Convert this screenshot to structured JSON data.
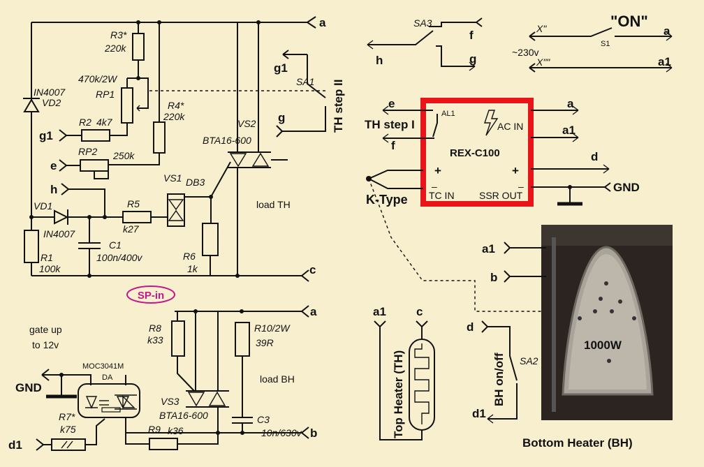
{
  "labels": {
    "r3": "R3*",
    "r3_val": "220k",
    "rp1_val": "470k/2W",
    "rp1": "RP1",
    "r4": "R4*",
    "r4_val": "220k",
    "vd2_a": "IN4007",
    "vd2": "VD2",
    "r2": "R2",
    "r2_val": "4k7",
    "rp2": "RP2",
    "rp2_val": "250k",
    "vs2": "VS2",
    "vs2_val": "BTA16-600",
    "vs1": "VS1",
    "db3": "DB3",
    "vd1": "VD1",
    "vd1_val": "IN4007",
    "r5": "R5",
    "r5_val": "k27",
    "c1": "C1",
    "c1_val": "100n/400v",
    "r1": "R1",
    "r1_val": "100k",
    "r6": "R6",
    "r6_val": "1k",
    "load_th": "load TH",
    "sa1": "SA1",
    "th_step2": "TH step II",
    "sp_in": "SP-in",
    "gate_up_1": "gate up",
    "gate_up_2": "to 12v",
    "moc": "MOC3041M",
    "da": "DA",
    "gnd": "GND",
    "gnd2": "GND",
    "r7": "R7*",
    "r7_val": "k75",
    "r8": "R8",
    "r8_val": "k33",
    "r10": "R10/2W",
    "r10_val": "39R",
    "load_bh": "load BH",
    "vs3": "VS3",
    "vs3_val": "BTA16-600",
    "r9": "R9",
    "r9_val": "k36",
    "c3": "C3",
    "c3_val": "10n/630v",
    "sa3": "SA3",
    "x1": "X\"",
    "x2": "X\"\"",
    "v230": "~230v",
    "on": "\"ON\"",
    "s1": "S1",
    "th_step1": "TH step I",
    "al1": "AL1",
    "ac_in": "AC IN",
    "rex": "REX-C100",
    "tc_in": "TC IN",
    "ssr_out": "SSR OUT",
    "plus": "+",
    "minus": "–",
    "ktype": "K-Type",
    "top_heater": "Top Heater (TH)",
    "bh_onoff": "BH on/off",
    "sa2": "SA2",
    "power": "1000W",
    "bottom_heater": "Bottom Heater (BH)"
  },
  "terminals": {
    "a": "a",
    "a1": "a1",
    "b": "b",
    "c": "c",
    "d": "d",
    "d1": "d1",
    "e": "e",
    "f": "f",
    "g": "g",
    "g1": "g1",
    "h": "h"
  },
  "colors": {
    "background": "#f7efce",
    "controller_box": "#e8141a",
    "sp_in": "#c0188c"
  }
}
